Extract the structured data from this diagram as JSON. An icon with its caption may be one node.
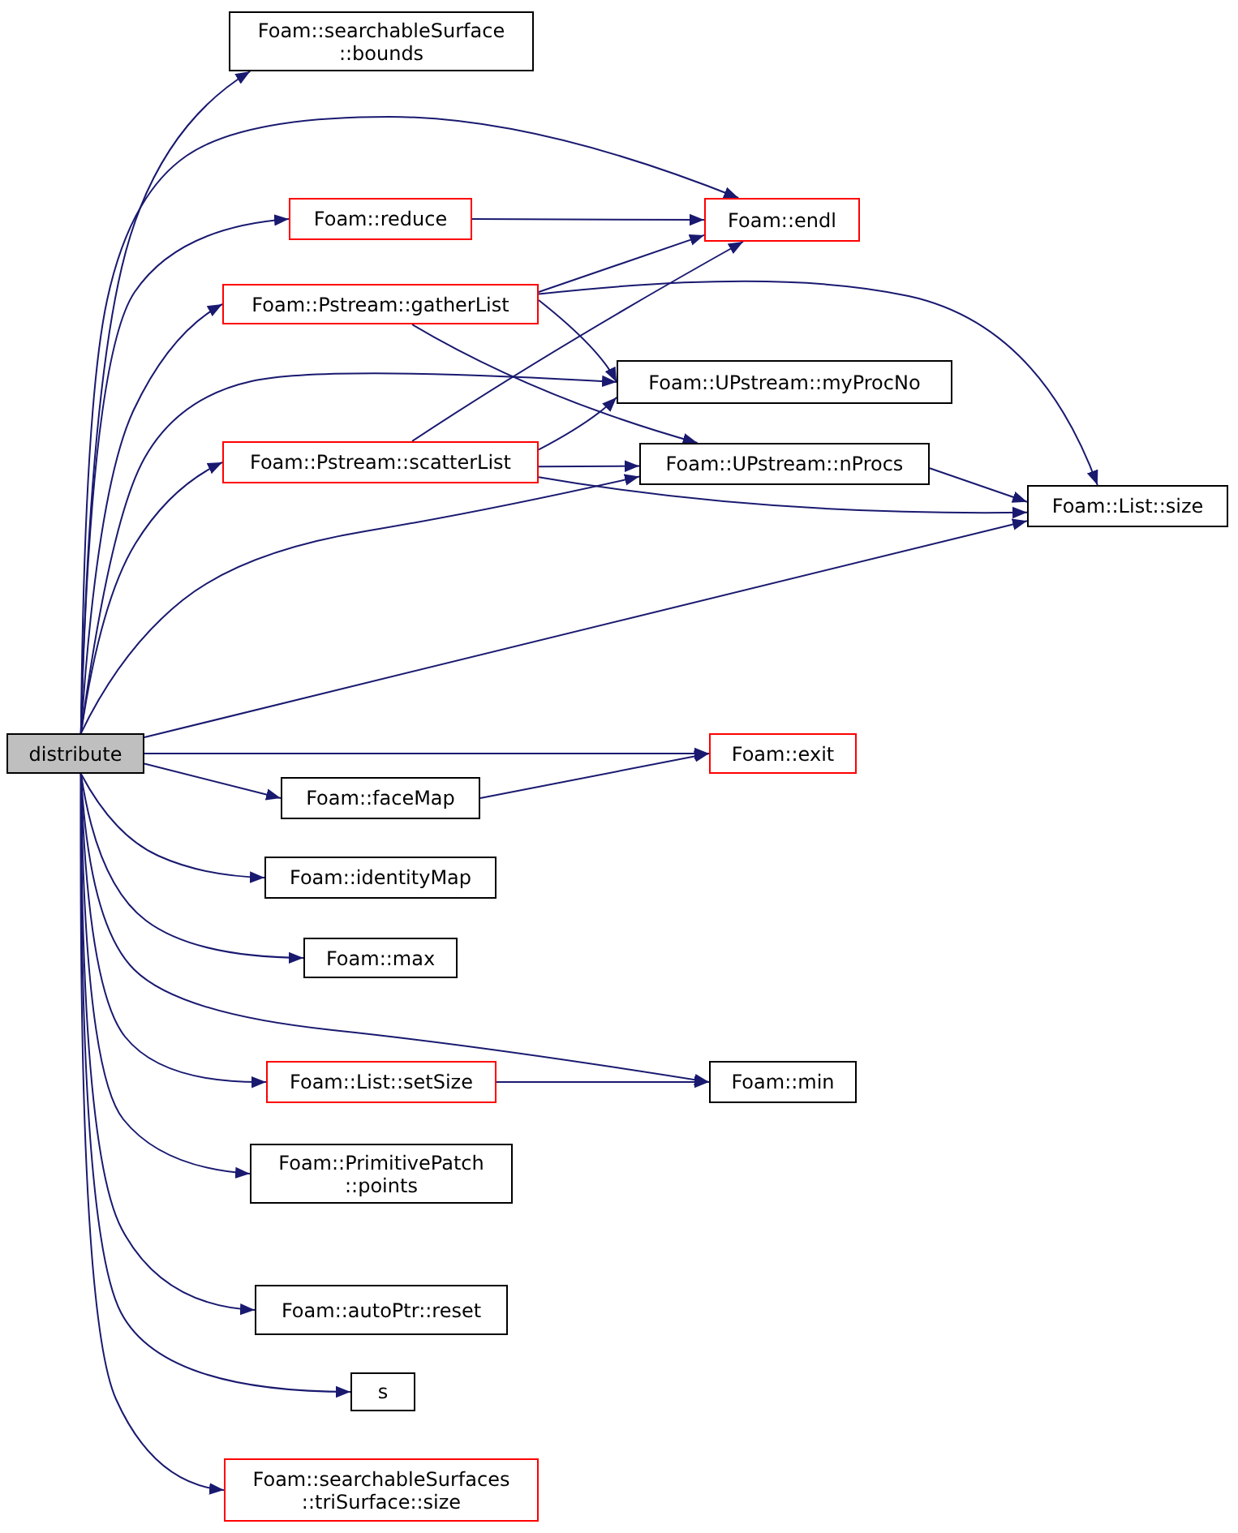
{
  "diagram": {
    "nodes": [
      {
        "text": [
          "distribute"
        ]
      },
      {
        "text": [
          "Foam::searchableSurface ::bounds"
        ]
      },
      {
        "text": [
          "Foam::endl"
        ]
      },
      {
        "text": [
          "Foam::reduce"
        ]
      },
      {
        "text": [
          "Foam::Pstream::gatherList"
        ]
      },
      {
        "text": [
          "Foam::UPstream::myProcNo"
        ]
      },
      {
        "text": [
          "Foam::Pstream::scatterList"
        ]
      },
      {
        "text": [
          "Foam::UPstream::nProcs"
        ]
      },
      {
        "text": [
          "Foam::List::size"
        ]
      },
      {
        "text": [
          "Foam::exit"
        ]
      },
      {
        "text": [
          "Foam::faceMap"
        ]
      },
      {
        "text": [
          "Foam::identityMap"
        ]
      },
      {
        "text": [
          "Foam::max"
        ]
      },
      {
        "text": [
          "Foam::min"
        ]
      },
      {
        "text": [
          "Foam::List::setSize"
        ]
      },
      {
        "text": [
          "Foam::PrimitivePatch ::points"
        ]
      },
      {
        "text": [
          "Foam::autoPtr::reset"
        ]
      },
      {
        "text": [
          "s"
        ]
      },
      {
        "text": [
          "Foam::searchableSurfaces ::triSurface::size"
        ]
      }
    ],
    "edges": [
      {
        "from": 0,
        "to": 1,
        "arrow": "to"
      },
      {
        "from": 0,
        "to": 2,
        "arrow": "to"
      },
      {
        "from": 0,
        "to": 3,
        "arrow": "to"
      },
      {
        "from": 0,
        "to": 4,
        "arrow": "to"
      },
      {
        "from": 0,
        "to": 5,
        "arrow": "to"
      },
      {
        "from": 0,
        "to": 6,
        "arrow": "to"
      },
      {
        "from": 0,
        "to": 7,
        "arrow": "to"
      },
      {
        "from": 0,
        "to": 8,
        "arrow": "to"
      },
      {
        "from": 0,
        "to": 9,
        "arrow": "to"
      },
      {
        "from": 0,
        "to": 10,
        "arrow": "to"
      },
      {
        "from": 0,
        "to": 11,
        "arrow": "to"
      },
      {
        "from": 0,
        "to": 12,
        "arrow": "to"
      },
      {
        "from": 0,
        "to": 13,
        "arrow": "to"
      },
      {
        "from": 0,
        "to": 14,
        "arrow": "to"
      },
      {
        "from": 0,
        "to": 15,
        "arrow": "to"
      },
      {
        "from": 0,
        "to": 16,
        "arrow": "to"
      },
      {
        "from": 0,
        "to": 17,
        "arrow": "to"
      },
      {
        "from": 0,
        "to": 18,
        "arrow": "to"
      },
      {
        "from": 3,
        "to": 2,
        "arrow": "to"
      },
      {
        "from": 4,
        "to": 2,
        "arrow": "to"
      },
      {
        "from": 4,
        "to": 5,
        "arrow": "to"
      },
      {
        "from": 4,
        "to": 7,
        "arrow": "to"
      },
      {
        "from": 4,
        "to": 8,
        "arrow": "to"
      },
      {
        "from": 6,
        "to": 2,
        "arrow": "to"
      },
      {
        "from": 6,
        "to": 5,
        "arrow": "to"
      },
      {
        "from": 6,
        "to": 7,
        "arrow": "to"
      },
      {
        "from": 6,
        "to": 8,
        "arrow": "to"
      },
      {
        "from": 7,
        "to": 8,
        "arrow": "to"
      },
      {
        "from": 10,
        "to": 9,
        "arrow": "to"
      },
      {
        "from": 14,
        "to": 13,
        "arrow": "to"
      }
    ]
  }
}
